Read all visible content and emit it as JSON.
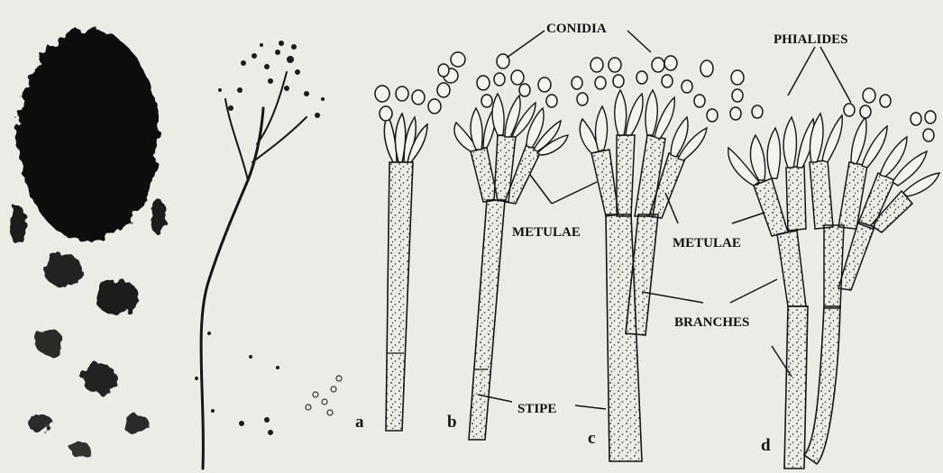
{
  "figure": {
    "labels": {
      "conidia": "CONIDIA",
      "phialides": "PHIALIDES",
      "metulae_left": "METULAE",
      "metulae_right": "METULAE",
      "branches": "BRANCHES",
      "stipe": "STIPE"
    },
    "panels": {
      "a": "a",
      "b": "b",
      "c": "c",
      "d": "d"
    },
    "colors": {
      "background": "#ecebe6",
      "ink": "#151515",
      "colony": "#0d0d0d"
    }
  }
}
